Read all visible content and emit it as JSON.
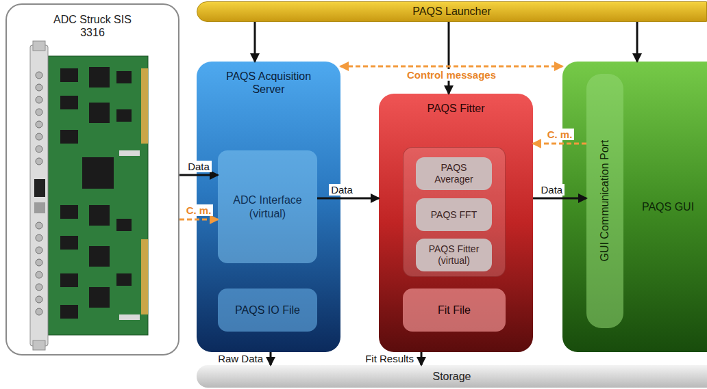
{
  "diagram": {
    "nodes": [
      {
        "text": [
          "ADC Struck SIS 3316"
        ]
      },
      {
        "text": [
          "PAQS Launcher"
        ]
      },
      {
        "text": [
          "PAQS Acquisition Server"
        ]
      },
      {
        "text": [
          "ADC Interface (virtual)"
        ],
        "in": 2
      },
      {
        "text": [
          "PAQS IO File"
        ],
        "in": 2
      },
      {
        "text": [
          "PAQS Fitter"
        ]
      },
      {
        "text": [
          "PAQS Averager"
        ],
        "in": 5
      },
      {
        "text": [
          "PAQS FFT"
        ],
        "in": 5
      },
      {
        "text": [
          "PAQS Fitter (virtual)"
        ],
        "in": 5
      },
      {
        "text": [
          "Fit File"
        ],
        "in": 5
      },
      {
        "text": [
          "PAQS GUI"
        ]
      },
      {
        "text": [
          "GUI Communication Port"
        ],
        "in": 10
      },
      {
        "text": [
          "Storage"
        ]
      }
    ],
    "edges": [
      {
        "from": 1,
        "to": 2,
        "arrow": "to"
      },
      {
        "from": 1,
        "to": 5,
        "arrow": "to"
      },
      {
        "from": 1,
        "to": 10,
        "arrow": "to"
      },
      {
        "from": 2,
        "to": 10,
        "label": "Control messages",
        "arrow": "both"
      },
      {
        "from": 0,
        "to": 3,
        "label": "Data",
        "arrow": "to"
      },
      {
        "from": 0,
        "to": 3,
        "label": "C. m.",
        "arrow": "to"
      },
      {
        "from": 3,
        "to": 5,
        "label": "Data",
        "arrow": "to"
      },
      {
        "from": 5,
        "to": 11,
        "label": "Data",
        "arrow": "to"
      },
      {
        "from": 11,
        "to": 5,
        "label": "C. m.",
        "arrow": "to"
      },
      {
        "from": 2,
        "to": 12,
        "label": "Raw Data",
        "arrow": "to"
      },
      {
        "from": 5,
        "to": 12,
        "label": "Fit Results",
        "arrow": "to"
      }
    ]
  }
}
